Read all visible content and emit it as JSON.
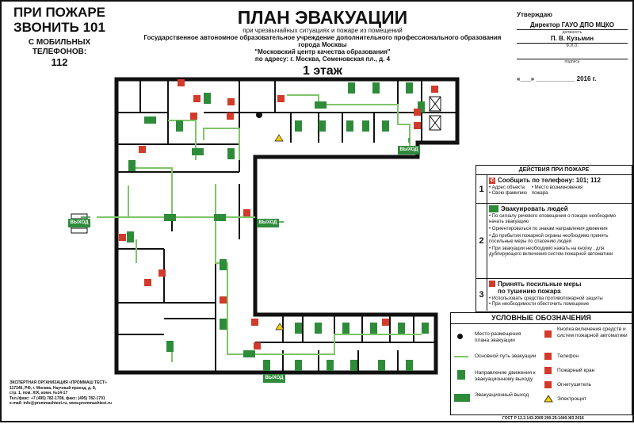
{
  "header_left": {
    "line1": "ПРИ ПОЖАРЕ",
    "line2": "ЗВОНИТЬ 101",
    "line3": "С МОБИЛЬНЫХ ТЕЛЕФОНОВ:",
    "line4": "112"
  },
  "header_center": {
    "title": "ПЛАН ЭВАКУАЦИИ",
    "sub1": "при чрезвычайных ситуациях и пожаре из помещений",
    "sub2": "Государственное автономное образовательное учреждение дополнительного профессионального образования города Москвы",
    "sub3": "\"Московский центр качества образования\"",
    "sub4": "по адресу: г. Москва, Семеновская пл., д. 4",
    "floor": "1 этаж"
  },
  "approval": {
    "label": "Утверждаю",
    "position": "Директор ГАУО ДПО МЦКО",
    "position_caption": "должность",
    "name": "П. В. Кузьмин",
    "name_caption": "Ф.И.О.",
    "signature_caption": "подпись",
    "date": "«___» ___________ 2016  г."
  },
  "plan": {
    "exit_label": "ВЫХОД"
  },
  "actions": {
    "heading": "ДЕЙСТВИЯ ПРИ ПОЖАРЕ",
    "step1_num": "1",
    "step1_title": "Сообщить по телефону: 101; 112",
    "step1_a": "Адрес объекта",
    "step1_b": "Свою фамилию",
    "step1_c": "Место возникновения пожара",
    "step2_num": "2",
    "step2_title": "Эвакуировать людей",
    "step2_a": "По сигналу речевого оповещения о пожаре необходимо начать эвакуацию",
    "step2_b": "Ориентироваться по знакам направления движения",
    "step2_c": "До прибытия пожарной охраны необходимо принять посильные меры по спасению людей",
    "step2_d": "При эвакуации необходимо нажать на кнопку , для дублирующего включения систем пожарной автоматики",
    "step3_num": "3",
    "step3_title": "Принять посильные меры по тушению пожара",
    "step3_a": "Использовать средства противопожарной защиты",
    "step3_b": "При необходимости обесточить помещение"
  },
  "legend": {
    "heading": "УСЛОВНЫЕ ОБОЗНАЧЕНИЯ",
    "items": {
      "location": "Место размещения плана эвакуации",
      "route": "Основной путь эвакуации",
      "direction": "Направление движения к эвакуационному выходу",
      "exit": "Эвакуационный выход",
      "button": "Кнопка включения средств и систем пожарной автоматики",
      "phone": "Телефон",
      "hydrant": "Пожарный кран",
      "extinguisher": "Огнетушитель",
      "electric": "Электрощит"
    }
  },
  "footer_left": {
    "org": "ЭКСПЕРТНАЯ ОРГАНИЗАЦИЯ «ПРОММАШ ТЕСТ»",
    "addr1": "117246, РФ, г. Москва, Научный проезд, д. 8,",
    "addr2": "стр. 1, пом. XIX, комн. №14-17",
    "tel": "Тел./факс: +7 (495) 782-1708, факс: (495) 782-1701",
    "web": "e-mail: info@prommashtest.ru, www.prommashtest.ru"
  },
  "footer_right": "ГОСТ Р 12.2.143-2009 200-25-1440-Ж3 2016",
  "colors": {
    "route_green": "#7fc46a",
    "sign_green": "#2e8b3a",
    "fire_red": "#d23a2a",
    "warning_yellow": "#f5d000"
  }
}
